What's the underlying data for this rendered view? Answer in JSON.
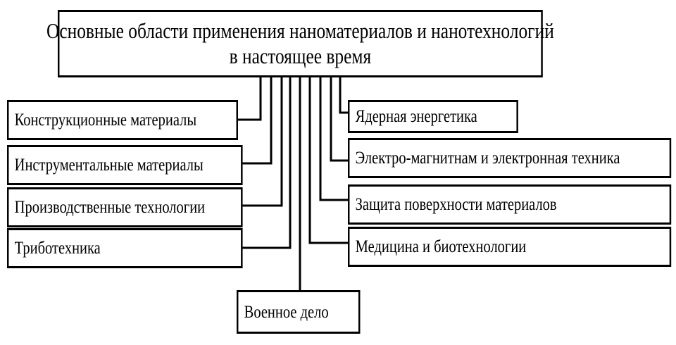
{
  "diagram": {
    "root": {
      "line1": "Основные области применения наноматериалов и нанотехнологий",
      "line2": "в настоящее время"
    },
    "left": [
      "Конструкционные материалы",
      "Инструментальные материалы",
      "Производственные технологии",
      "Триботехника"
    ],
    "right": [
      "Ядерная энергетика",
      "Электро-магнитнам и электронная техника",
      "Защита поверхности материалов",
      "Медицина и биотехнологии"
    ],
    "bottom": "Военное дело"
  },
  "colors": {
    "stroke": "#000000",
    "background": "#ffffff"
  }
}
